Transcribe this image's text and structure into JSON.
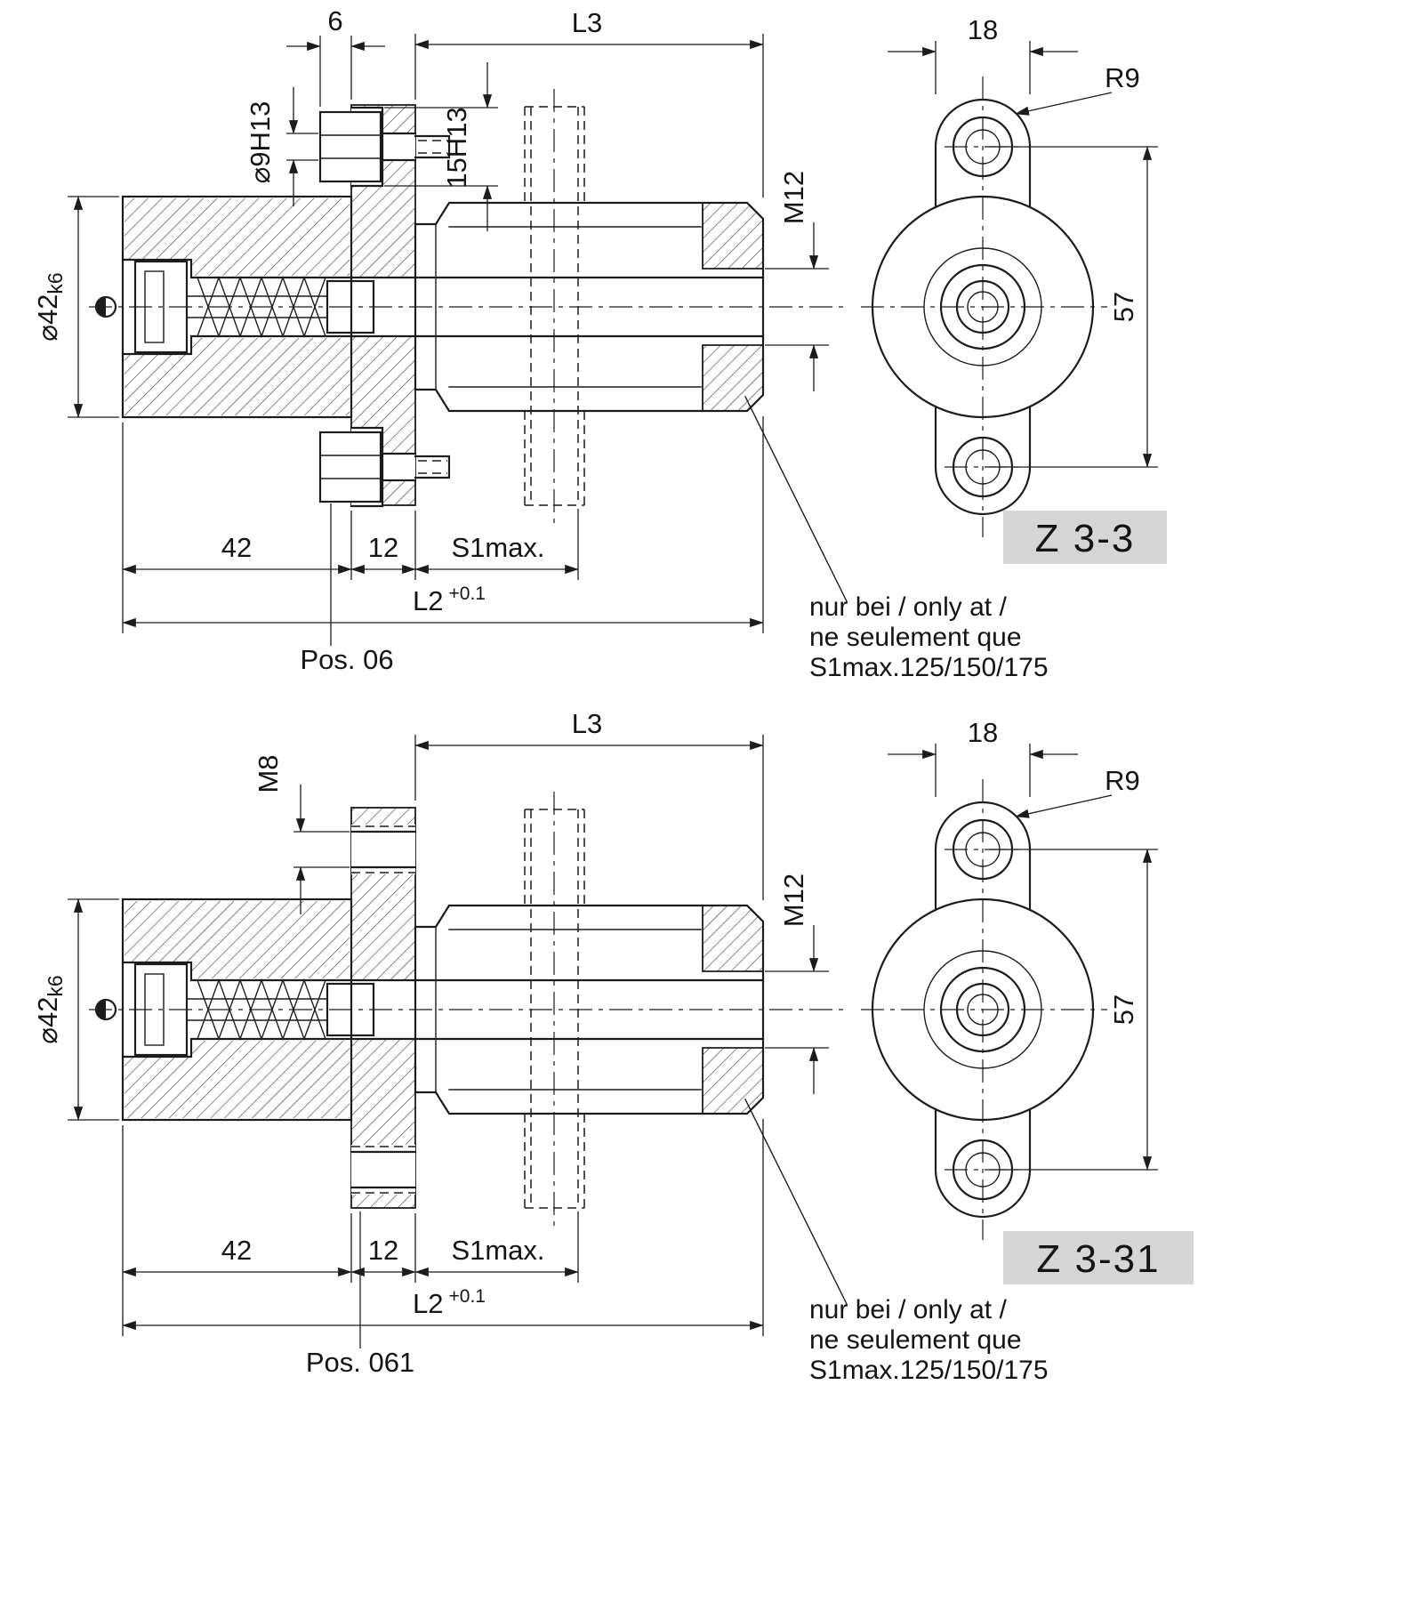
{
  "title": "Shock absorber dimensional drawing",
  "colors": {
    "ink": "#1c1c1c",
    "label_bg": "#d5d5d5",
    "bg": "#ffffff"
  },
  "views": [
    {
      "name": "Z 3-3",
      "pos": "Pos. 06",
      "dims": {
        "head_offset": "6",
        "l3": "L3",
        "hole_dia": "⌀9H13",
        "cbore_dia": "15H13",
        "thread_end": "M12",
        "body_dia": "⌀42",
        "body_dia_tol": "k6",
        "ear_width": "18",
        "ear_radius": "R9",
        "hole_spacing": "57",
        "body_len": "42",
        "flange_thk": "12",
        "stroke": "S1max.",
        "l2": "L2",
        "l2_tol": "+0.1"
      },
      "note_lines": [
        "nur bei / only at /",
        "ne seulement que",
        "S1max.125/150/175"
      ]
    },
    {
      "name": "Z 3-31",
      "pos": "Pos. 061",
      "dims": {
        "l3": "L3",
        "flange_thread": "M8",
        "thread_end": "M12",
        "body_dia": "⌀42",
        "body_dia_tol": "k6",
        "ear_width": "18",
        "ear_radius": "R9",
        "hole_spacing": "57",
        "body_len": "42",
        "flange_thk": "12",
        "stroke": "S1max.",
        "l2": "L2",
        "l2_tol": "+0.1"
      },
      "note_lines": [
        "nur bei / only at /",
        "ne seulement que",
        "S1max.125/150/175"
      ]
    }
  ]
}
